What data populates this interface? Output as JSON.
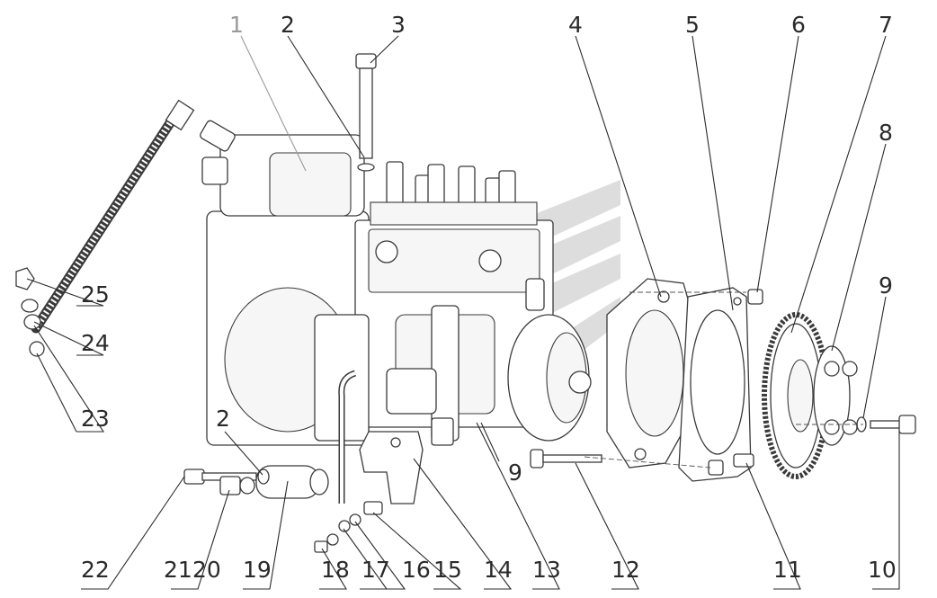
{
  "diagram": {
    "callouts": [
      {
        "id": "1",
        "label": "1"
      },
      {
        "id": "2",
        "label": "2"
      },
      {
        "id": "3",
        "label": "3"
      },
      {
        "id": "4",
        "label": "4"
      },
      {
        "id": "5",
        "label": "5"
      },
      {
        "id": "6",
        "label": "6"
      },
      {
        "id": "7",
        "label": "7"
      },
      {
        "id": "8",
        "label": "8"
      },
      {
        "id": "9a",
        "label": "9"
      },
      {
        "id": "9b",
        "label": "9"
      },
      {
        "id": "10",
        "label": "10"
      },
      {
        "id": "11",
        "label": "11"
      },
      {
        "id": "12",
        "label": "12"
      },
      {
        "id": "13",
        "label": "13"
      },
      {
        "id": "14",
        "label": "14"
      },
      {
        "id": "15",
        "label": "15"
      },
      {
        "id": "16",
        "label": "16"
      },
      {
        "id": "17",
        "label": "17"
      },
      {
        "id": "18",
        "label": "18"
      },
      {
        "id": "19",
        "label": "19"
      },
      {
        "id": "2b",
        "label": "2"
      },
      {
        "id": "21",
        "label": "21"
      },
      {
        "id": "20",
        "label": "20"
      },
      {
        "id": "22",
        "label": "22"
      },
      {
        "id": "23",
        "label": "23"
      },
      {
        "id": "24",
        "label": "24"
      },
      {
        "id": "25",
        "label": "25"
      }
    ],
    "colors": {
      "ink": "#2a2a2a",
      "faded": "#9a9a9a",
      "watermark": "#d8d8d8"
    }
  }
}
